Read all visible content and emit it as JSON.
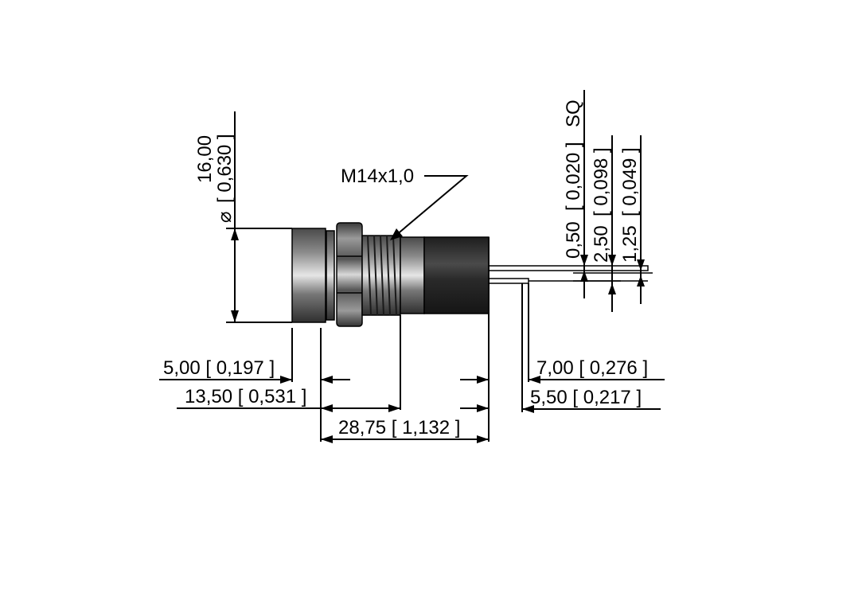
{
  "drawing": {
    "diameter_symbol": "⌀",
    "diameter_value": "16,00",
    "diameter_inch": "[ 0,630 ]",
    "thread_label": "M14x1,0",
    "pin_sq_value": "0,50",
    "pin_sq_inch": "[ 0,020 ]",
    "pin_sq_suffix": "SQ",
    "pin_spacing_value": "2,50",
    "pin_spacing_inch": "[ 0,098 ]",
    "pin_offset_value": "1,25",
    "pin_offset_inch": "[ 0,049 ]",
    "front_length": "5,00 [ 0,197 ]",
    "thread_length": "13,50 [ 0,531 ]",
    "body_length": "28,75 [ 1,132 ]",
    "pin_long": "7,00 [ 0,276 ]",
    "pin_short": "5,50 [ 0,217 ]"
  },
  "colors": {
    "line": "#000000",
    "metal_dark": "#3a3a3a",
    "metal_light": "#d0d0d0",
    "body": "#2c2c2c"
  }
}
